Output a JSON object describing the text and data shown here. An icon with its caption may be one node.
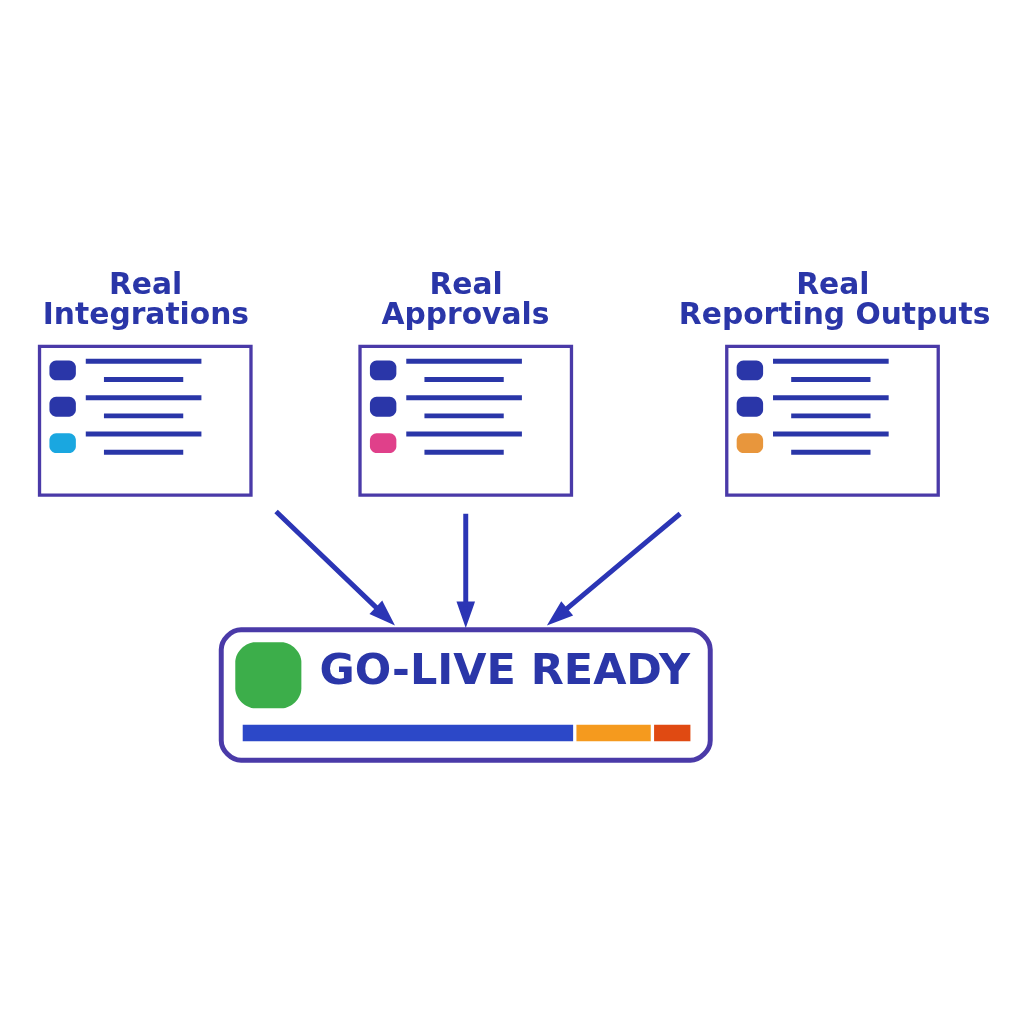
{
  "diagram": {
    "nodes": [
      {
        "text": [
          "Real Integrations"
        ]
      },
      {
        "text": [
          "Real Approvals"
        ]
      },
      {
        "text": [
          "Real Reporting Outputs"
        ]
      },
      {
        "text": [
          "GO-LIVE READY"
        ]
      }
    ],
    "edges": [
      {
        "from": 0,
        "to": 3,
        "arrow": "to"
      },
      {
        "from": 1,
        "to": 3,
        "arrow": "to"
      },
      {
        "from": 2,
        "to": 3,
        "arrow": "to"
      }
    ]
  }
}
